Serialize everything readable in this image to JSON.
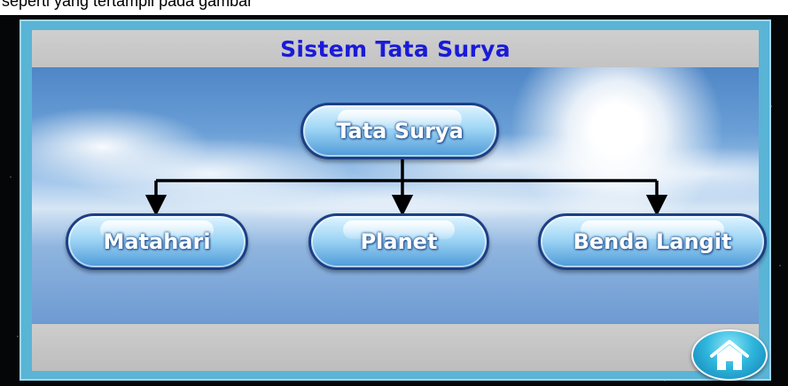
{
  "caption": "seperti yang tertampil pada gambar",
  "title": "Sistem Tata Surya",
  "diagram": {
    "root": "Tata Surya",
    "children": [
      "Matahari",
      "Planet",
      "Benda Langit"
    ]
  },
  "colors": {
    "title_text": "#1a1ad8",
    "frame": "#5ab4d6",
    "pill_border": "#1c3f86",
    "arrow": "#000000"
  },
  "icons": {
    "home": "home-icon"
  }
}
